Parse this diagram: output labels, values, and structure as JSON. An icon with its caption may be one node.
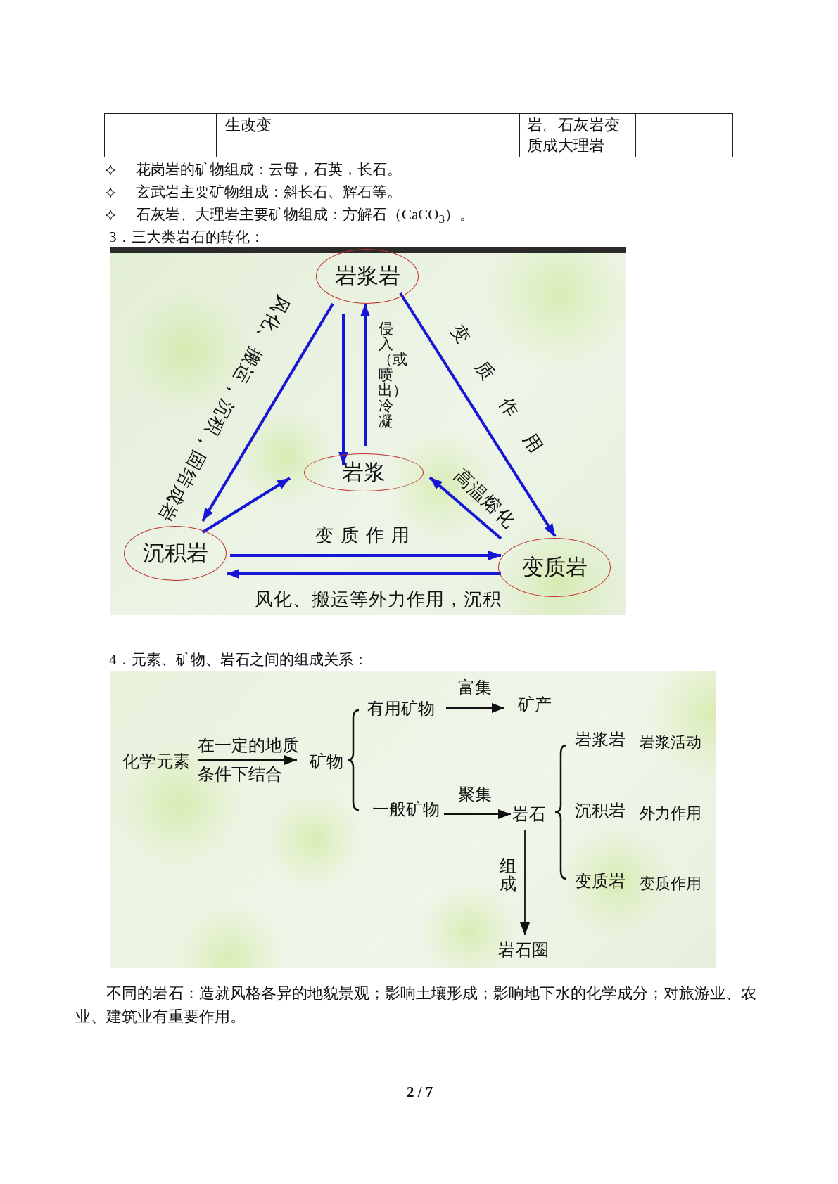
{
  "diagram": {
    "nodes": [
      {
        "text": [
          "岩浆岩"
        ]
      },
      {
        "text": [
          "岩浆"
        ]
      },
      {
        "text": [
          "沉积岩"
        ]
      },
      {
        "text": [
          "变质岩"
        ]
      },
      {
        "text": [
          "化学元素"
        ]
      },
      {
        "text": [
          "矿物"
        ]
      },
      {
        "text": [
          "有用矿物"
        ]
      },
      {
        "text": [
          "矿产"
        ]
      },
      {
        "text": [
          "一般矿物"
        ]
      },
      {
        "text": [
          "岩石"
        ]
      },
      {
        "text": [
          "岩石圈"
        ]
      },
      {
        "text": [
          "岩浆岩"
        ],
        "beside": [
          "岩浆活动"
        ]
      },
      {
        "text": [
          "沉积岩"
        ],
        "beside": [
          "外力作用"
        ]
      },
      {
        "text": [
          "变质岩"
        ],
        "beside": [
          "变质作用"
        ]
      }
    ],
    "edges": [
      {
        "from": 0,
        "to": 2,
        "arrow": "to",
        "label": "风化、搬运，沉积，固结成岩"
      },
      {
        "from": 0,
        "to": 1,
        "arrow": "to"
      },
      {
        "from": 1,
        "to": 0,
        "arrow": "to",
        "label": "侵入（或喷出）冷凝"
      },
      {
        "from": 0,
        "to": 3,
        "arrow": "to",
        "label": "变质作用"
      },
      {
        "from": 2,
        "to": 1,
        "arrow": "to"
      },
      {
        "from": 3,
        "to": 1,
        "arrow": "to",
        "label": "高温熔化"
      },
      {
        "from": 2,
        "to": 3,
        "arrow": "to",
        "label": "变质作用"
      },
      {
        "from": 3,
        "to": 2,
        "arrow": "to",
        "label": "风化、搬运等外力作用，沉积"
      },
      {
        "from": 4,
        "to": 5,
        "arrow": "to",
        "label": "在一定的地质条件下结合",
        "color": "#111111"
      },
      {
        "from": 6,
        "to": 7,
        "arrow": "to",
        "label": "富集",
        "color": "#111111"
      },
      {
        "from": 8,
        "to": 9,
        "arrow": "to",
        "label": "聚集",
        "color": "#111111"
      },
      {
        "from": 9,
        "to": 10,
        "arrow": "to",
        "label": "组成",
        "color": "#111111"
      }
    ],
    "labels": [
      "生改变",
      "岩。石灰岩变质成大理岩",
      "花岗岩的矿物组成：云母，石英，长石。",
      "玄武岩主要矿物组成：斜长石、辉石等。",
      "石灰岩、大理岩主要矿物组成：方解石（CaCO$_{3}$）。",
      "3．三大类岩石的转化：",
      "4．元素、矿物、岩石之间的组成关系：",
      "不同的岩石：造就风格各异的地貌景观；影响土壤形成；影响地下水的化学成分；对旅游业、农业、建筑业有重要作用。",
      "2 / 7"
    ]
  }
}
